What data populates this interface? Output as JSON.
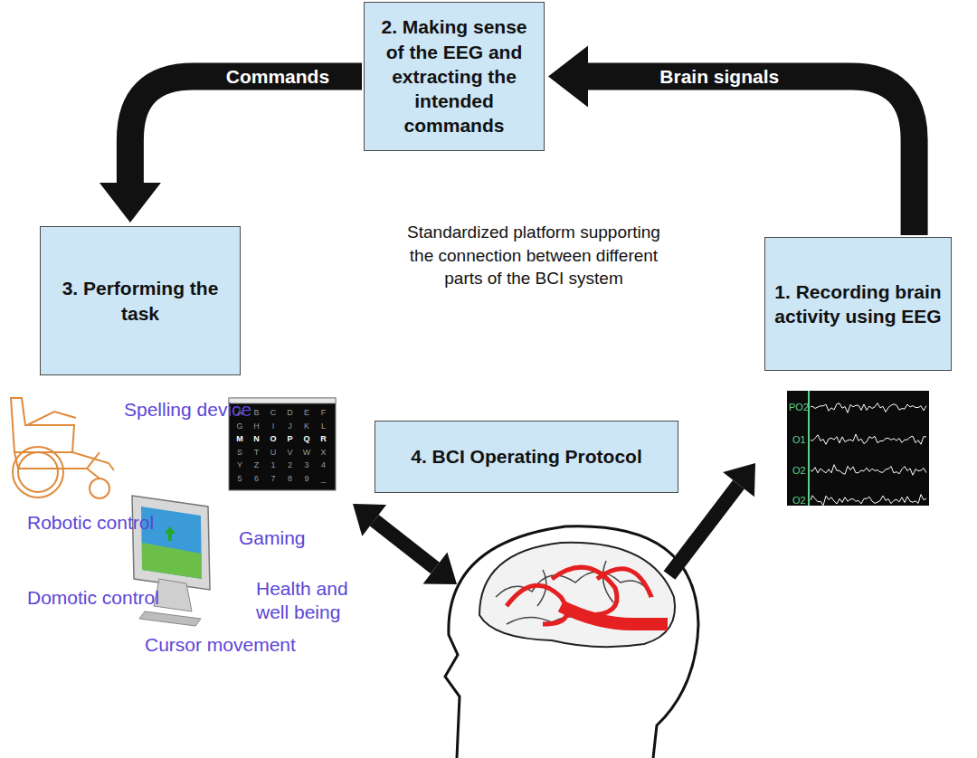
{
  "diagram": {
    "nodes": [
      {
        "text": [
          "2. Making sense of the EEG and extracting the intended commands"
        ]
      },
      {
        "text": [
          "3. Performing the task"
        ]
      },
      {
        "text": [
          "1. Recording brain activity using EEG"
        ]
      },
      {
        "text": [
          "4. BCI Operating Protocol"
        ]
      }
    ],
    "edges": [
      {
        "from": 2,
        "to": 0,
        "arrow": "to",
        "label": "Brain signals"
      },
      {
        "from": 0,
        "to": 1,
        "arrow": "to",
        "label": "Commands"
      }
    ],
    "labels": [
      "Standardized platform supporting the connection between different parts of the BCI system",
      "Spelling device",
      "Robotic control",
      "Domotic control",
      "Cursor movement",
      "Gaming",
      "Health and well being",
      "PO2",
      "O1",
      "O2",
      "O2",
      "A",
      "B",
      "C",
      "D",
      "E",
      "F",
      "G",
      "H",
      "I",
      "J",
      "K",
      "L",
      "M",
      "N",
      "O",
      "P",
      "Q",
      "R",
      "S",
      "T",
      "U",
      "V",
      "W",
      "X",
      "Y",
      "Z",
      "1",
      "2",
      "3",
      "4",
      "5",
      "6",
      "7",
      "8",
      "9",
      "_"
    ]
  }
}
